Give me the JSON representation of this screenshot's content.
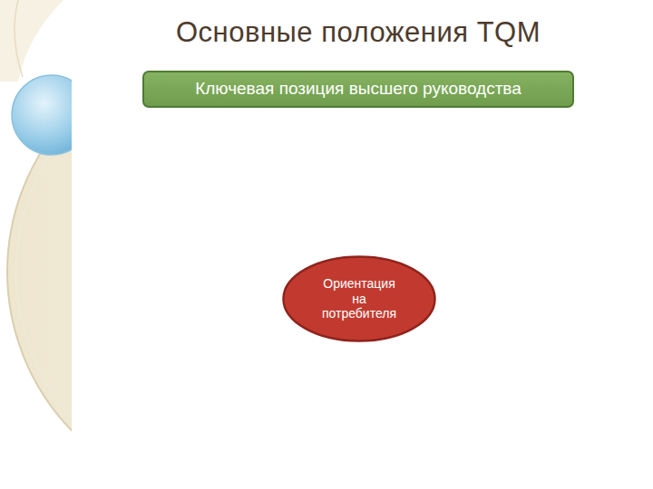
{
  "diagram": {
    "title": "Основные положения TQM",
    "nodes": [
      {
        "text": [
          "Ключевая позиция высшего руководства"
        ]
      },
      {
        "text": [
          "Ориентация на потребителя"
        ]
      }
    ]
  }
}
